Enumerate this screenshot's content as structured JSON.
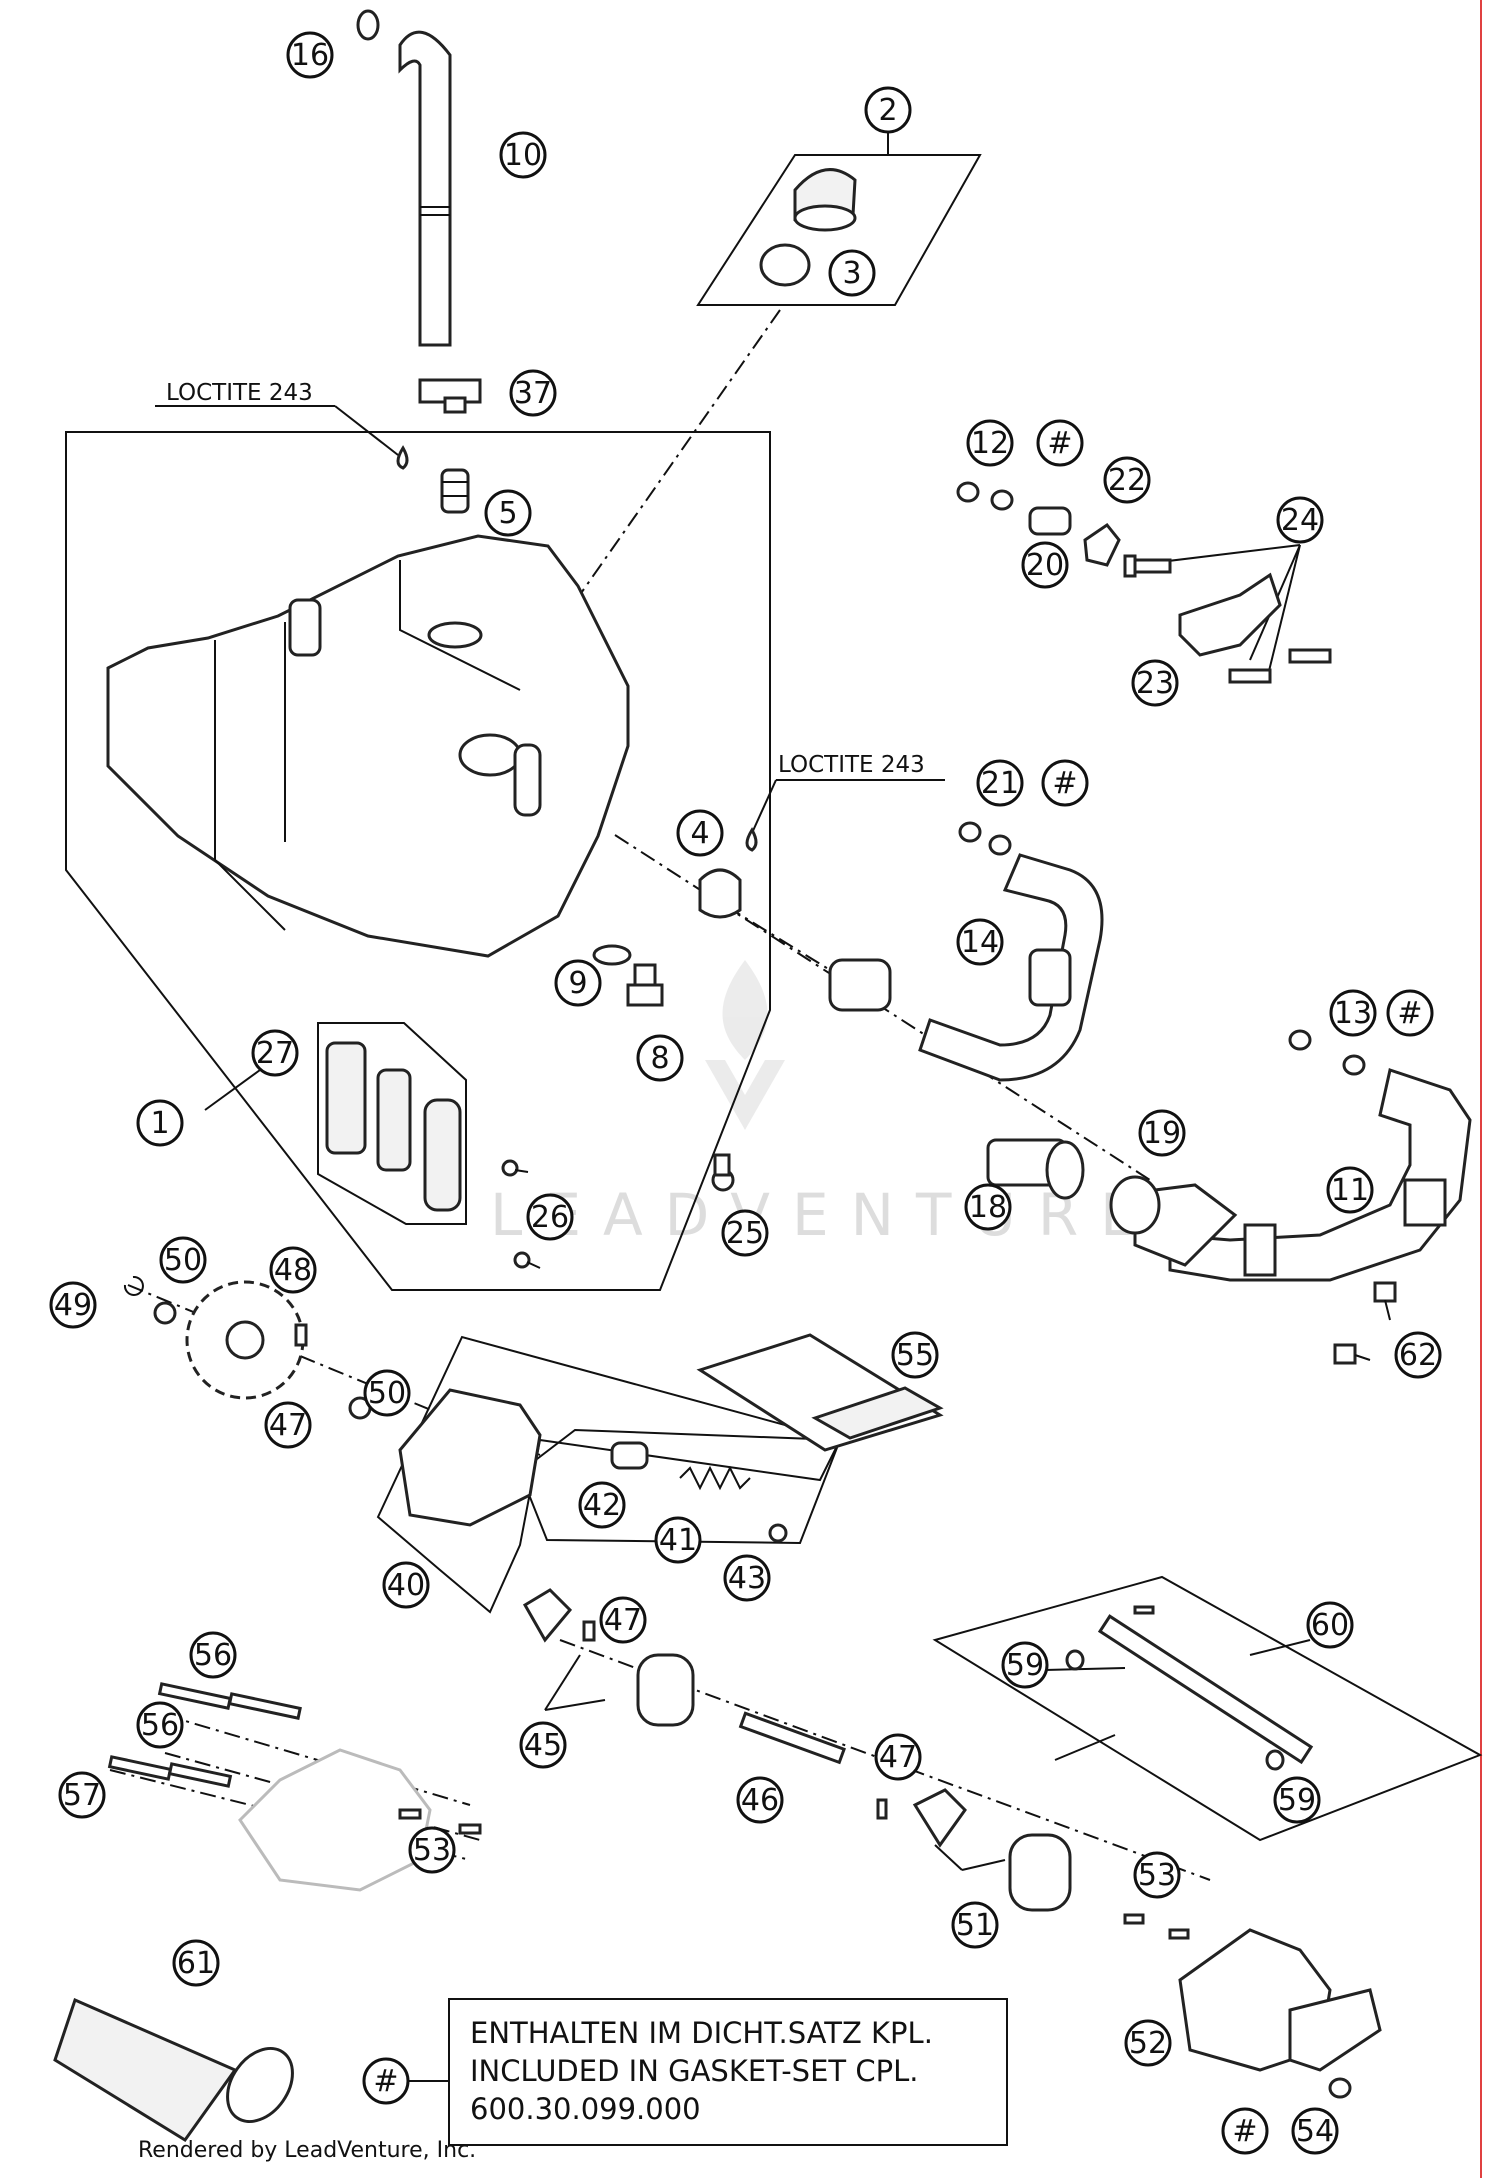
{
  "callouts": [
    "16",
    "10",
    "2",
    "3",
    "37",
    "5",
    "12",
    "#",
    "22",
    "20",
    "24",
    "23",
    "21",
    "#",
    "4",
    "14",
    "9",
    "8",
    "13",
    "#",
    "27",
    "1",
    "19",
    "11",
    "18",
    "26",
    "25",
    "50",
    "48",
    "49",
    "55",
    "62",
    "47",
    "50",
    "42",
    "41",
    "43",
    "40",
    "47",
    "60",
    "59",
    "45",
    "59",
    "56",
    "56",
    "57",
    "53",
    "46",
    "47",
    "53",
    "51",
    "61",
    "52",
    "#",
    "54",
    "#"
  ],
  "loctite_labels": [
    "LOCTITE 243",
    "LOCTITE 243"
  ],
  "note": {
    "marker": "#",
    "lines": [
      "ENTHALTEN IM DICHT.SATZ KPL.",
      "INCLUDED IN GASKET-SET CPL.",
      "600.30.099.000"
    ]
  },
  "watermark": "LEADVENTURE",
  "footer": "Rendered by LeadVenture, Inc."
}
